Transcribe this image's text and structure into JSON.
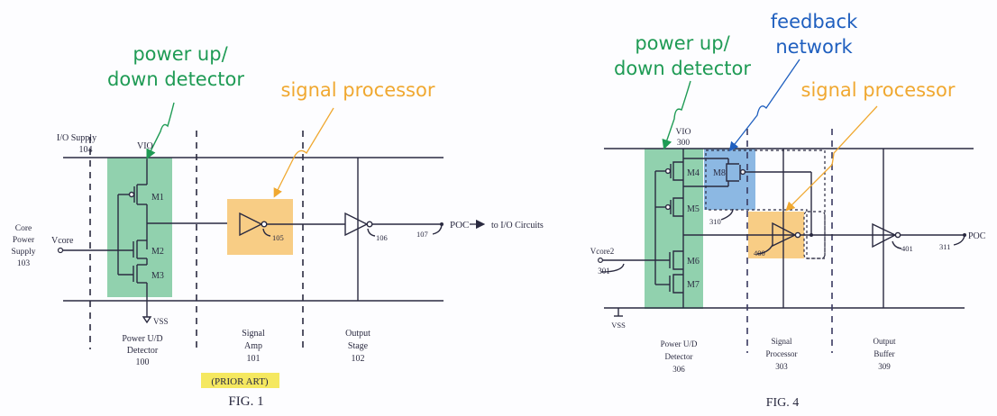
{
  "figures": [
    {
      "id": "fig1",
      "caption": "FIG. 1",
      "prior_art": "(PRIOR ART)",
      "callouts": {
        "detector": [
          "power up/",
          "down detector"
        ],
        "processor": "signal processor"
      },
      "labels": {
        "io_supply": [
          "I/O Supply",
          "104"
        ],
        "vio": "VIO",
        "vss": "VSS",
        "core_supply": [
          "Core",
          "Power",
          "Supply",
          "103"
        ],
        "vcore": "Vcore",
        "m1": "M1",
        "m2": "M2",
        "m3": "M3",
        "amp_ref": "105",
        "stage_ref": "106",
        "out_ref": "107",
        "output": "POC",
        "output_dest": "to I/O Circuits"
      },
      "sections": [
        [
          "Power U/D",
          "Detector",
          "100"
        ],
        [
          "Signal",
          "Amp",
          "101"
        ],
        [
          "Output",
          "Stage",
          "102"
        ]
      ]
    },
    {
      "id": "fig4",
      "caption": "FIG. 4",
      "callouts": {
        "detector": [
          "power up/",
          "down detector"
        ],
        "feedback": [
          "feedback",
          "network"
        ],
        "processor": "signal processor"
      },
      "labels": {
        "vio": [
          "VIO",
          "300"
        ],
        "vss": "VSS",
        "vcore": [
          "Vcore2",
          "301"
        ],
        "m4": "M4",
        "m5": "M5",
        "m6": "M6",
        "m7": "M7",
        "m8": "M8",
        "fb_ref": "310",
        "proc_ref": "400",
        "buf_ref": "401",
        "out_ref": "311",
        "output": "POC"
      },
      "sections": [
        [
          "Power U/D",
          "Detector",
          "306"
        ],
        [
          "Signal",
          "Processor",
          "303"
        ],
        [
          "Output",
          "Buffer",
          "309"
        ]
      ]
    }
  ],
  "colors": {
    "detector": "#1f9b55",
    "detector_fill": "#7ec9a0",
    "processor": "#f0a830",
    "processor_fill": "#f7c878",
    "feedback": "#1f5fbf",
    "feedback_fill": "#7fb0e0",
    "highlight": "#f5e860",
    "wire": "#2a2a40"
  }
}
